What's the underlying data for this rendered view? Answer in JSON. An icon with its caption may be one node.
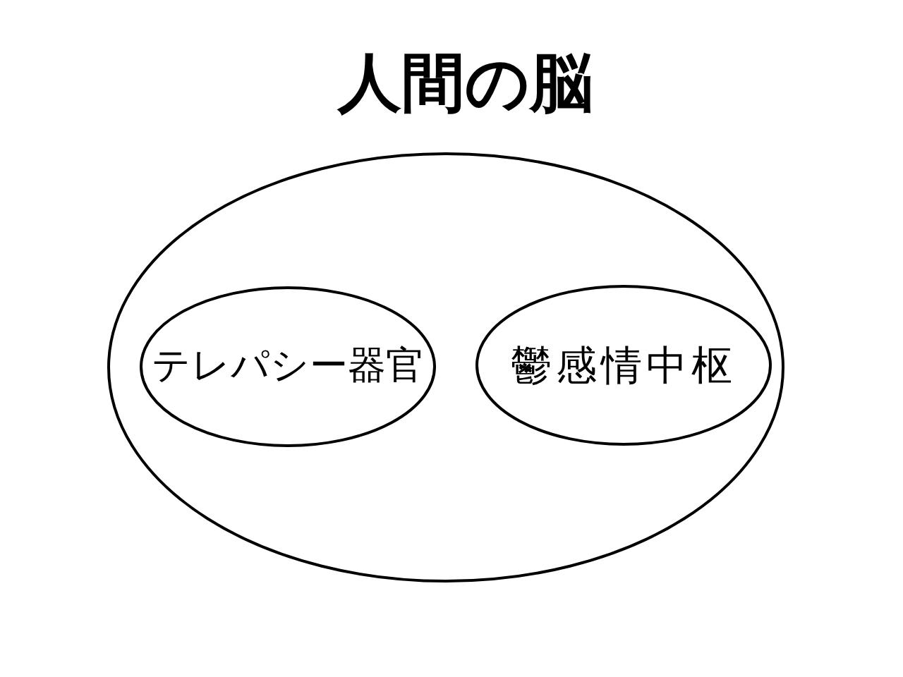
{
  "diagram": {
    "nodes": [
      {
        "text": [
          "人間の脳"
        ]
      },
      {
        "text": [
          "テレパシー器官"
        ],
        "in": 0
      },
      {
        "text": [
          "鬱感情中枢"
        ],
        "in": 0
      }
    ]
  }
}
